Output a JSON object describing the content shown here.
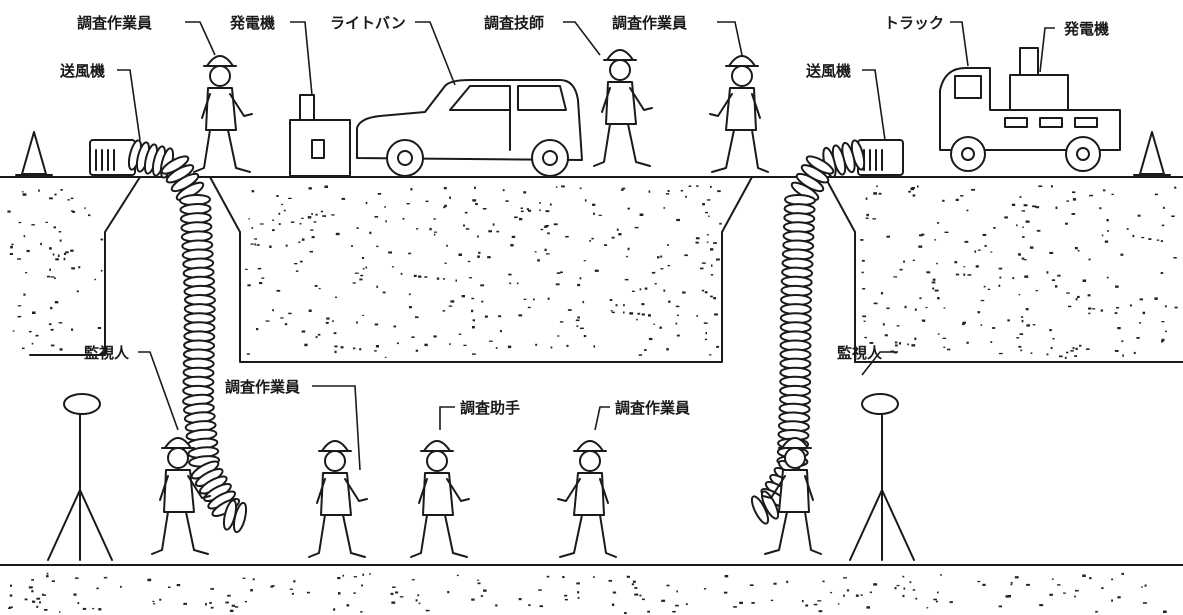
{
  "labels": {
    "worker_top_left": "調査作業員",
    "generator_left": "発電機",
    "light_van": "ライトバン",
    "engineer": "調査技師",
    "worker_top_right": "調査作業員",
    "truck": "トラック",
    "generator_right": "発電機",
    "blower_left": "送風機",
    "blower_right": "送風機",
    "monitor_left": "監視人",
    "monitor_right": "監視人",
    "worker_tunnel_left": "調査作業員",
    "assistant": "調査助手",
    "worker_tunnel_right": "調査作業員"
  },
  "icons": [
    "traffic-cone-icon",
    "blower-icon",
    "generator-icon",
    "van-icon",
    "truck-icon",
    "worker-icon",
    "lamp-icon",
    "duct-hose-icon"
  ],
  "colors": {
    "ink": "#1a1a1a",
    "background": "#ffffff"
  }
}
